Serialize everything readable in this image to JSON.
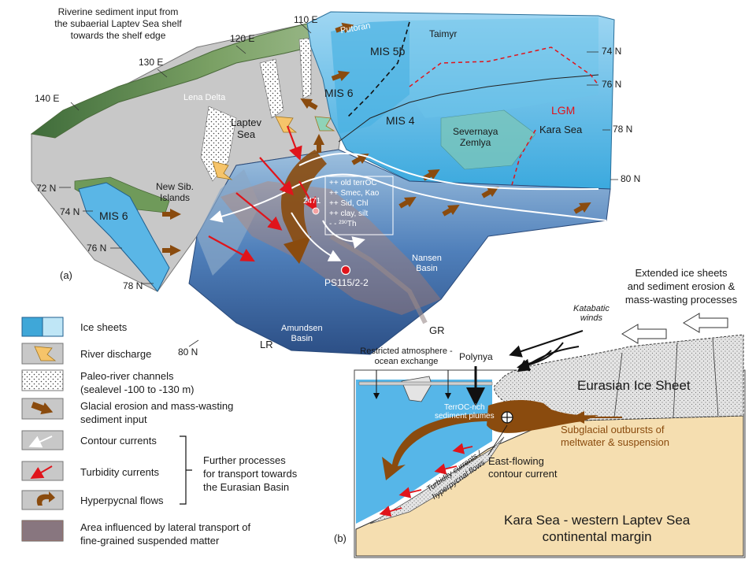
{
  "panel_a": {
    "label": "(a)",
    "caption_top": [
      "Riverine sediment input from",
      "the subaerial Laptev Sea shelf",
      "towards the shelf edge"
    ],
    "longitudes": [
      "110 E",
      "120 E",
      "130 E",
      "140 E"
    ],
    "latitudes_right": [
      "74 N",
      "76 N",
      "78 N",
      "80 N"
    ],
    "latitudes_left": [
      "72 N",
      "74 N",
      "76 N",
      "78 N",
      "80 N"
    ],
    "regions": {
      "putoran": "Putoran",
      "taimyr": "Taimyr",
      "mis5b": "MIS 5b",
      "mis6_east": "MIS 6",
      "mis4": "MIS 4",
      "lgm": "LGM",
      "severnaya": [
        "Severnaya",
        "Zemlya"
      ],
      "kara_sea": "Kara Sea",
      "lena_delta": "Lena Delta",
      "laptev_sea": [
        "Laptev",
        "Sea"
      ],
      "new_sib": [
        "New Sib.",
        "Islands"
      ],
      "mis6_west": "MIS 6",
      "nansen": [
        "Nansen",
        "Basin"
      ],
      "amundsen": [
        "Amundsen",
        "Basin"
      ],
      "lr": "LR",
      "gr": "GR"
    },
    "station_small": "2471",
    "station_main": "PS115/2-2",
    "infobox": [
      "++ old terrOC",
      "++ Smec, Kao",
      "++ Sid, Chl",
      "++ clay, silt",
      "- - ²³⁰Th"
    ]
  },
  "panel_b": {
    "label": "(b)",
    "extended": [
      "Extended ice sheets",
      "and sediment erosion &",
      "mass-wasting processes"
    ],
    "katabatic": [
      "Katabatic",
      "winds"
    ],
    "restricted": [
      "Restricted atmosphere -",
      "ocean exchange"
    ],
    "polynya": "Polynya",
    "ice_sheet": "Eurasian Ice Sheet",
    "plumes": [
      "TerrOC-rich",
      "sediment plumes"
    ],
    "subglacial": [
      "Subglacial outbursts of",
      "meltwater & suspension"
    ],
    "contour": [
      "East-flowing",
      "contour current"
    ],
    "turbidity": [
      "Turbidity currents /",
      "hyperpycnal flows"
    ],
    "margin": [
      "Kara Sea - western Laptev Sea",
      "continental margin"
    ]
  },
  "legend": {
    "items": [
      "Ice sheets",
      "River discharge",
      "Paleo-river channels",
      "(sealevel -100 to -130 m)",
      "Glacial erosion and mass-wasting",
      "sediment input",
      "Contour currents",
      "Turbidity currents",
      "Hyperpycnal flows",
      "Area influenced by lateral transport of",
      "fine-grained suspended matter"
    ],
    "brace_text": [
      "Further processes",
      "for transport towards",
      "the Eurasian Basin"
    ]
  },
  "colors": {
    "ice_dark": "#3fa7d8",
    "ice_light": "#bfe6f6",
    "land_green": "#5d8a4c",
    "shelf_gray": "#c9c9c9",
    "basin_blue": "#3d6aa6",
    "brown_arrow": "#8a4b0e",
    "river_yellow": "#f6c46a",
    "turbidity_red": "#e0141b",
    "sand": "#f5deb0",
    "lgm_red": "#e0141b"
  }
}
